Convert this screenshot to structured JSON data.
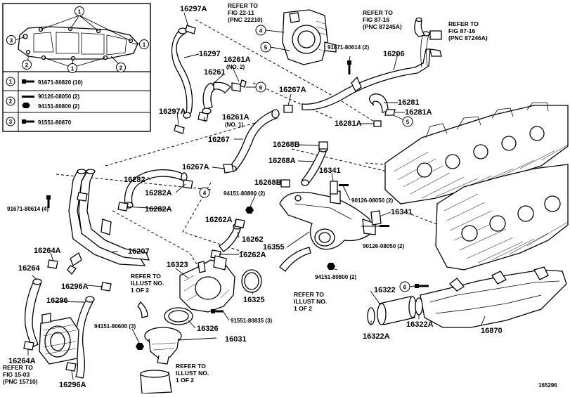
{
  "figure_number": "165296",
  "legend_table": {
    "rows": [
      {
        "key": "1",
        "parts": [
          "91671-80820 (10)"
        ]
      },
      {
        "key": "2",
        "parts": [
          "90126-08050 (2)",
          "94151-80800 (2)"
        ]
      },
      {
        "key": "3",
        "parts": [
          "91551-80870"
        ]
      }
    ]
  },
  "refs": {
    "fig22": [
      "REFER TO",
      "FIG 22-11",
      "(PNC 22210)"
    ],
    "fig87a": [
      "REFER TO",
      "FIG 87-16",
      "(PNC 87245A)"
    ],
    "fig87b": [
      "REFER TO",
      "FIG 87-16",
      "(PNC 87246A)"
    ],
    "illust_left": [
      "REFER TO",
      "ILLUST NO.",
      "1 OF 2"
    ],
    "illust_mid": [
      "REFER TO",
      "ILLUST NO.",
      "1 OF 2"
    ],
    "illust_bottom": [
      "REFER TO",
      "ILLUST NO.",
      "1 OF 2"
    ],
    "fig15": [
      "REFER TO",
      "FIG 15-03",
      "(PNC 15710)"
    ]
  },
  "labels": {
    "p16297A_top": "16297A",
    "p16297": "16297",
    "p16297A_left": "16297A",
    "p16261A_no2": "16261A",
    "no2": "(NO. 2)",
    "p16261": "16261",
    "p16261A_no1": "16261A",
    "no1": "(NO. 1)",
    "p16267": "16267",
    "p16267A_top": "16267A",
    "p16267A_mid": "16267A",
    "p16282": "16282",
    "p16282A_a": "16282A",
    "p16282A_b": "16282A",
    "p91671_80614_top": "91671-80614 (2)",
    "p91671_80614_left": "91671-80614 (4)",
    "p16206": "16206",
    "p16281": "16281",
    "p16281A_r": "16281A",
    "p16281A_l": "16281A",
    "p16268B_a": "16268B",
    "p16268A": "16268A",
    "p16268B_b": "16268B",
    "p16341_a": "16341",
    "p16341_b": "16341",
    "p94151_80800_a": "94151-80800 (2)",
    "p94151_80800_b": "94151-80800 (2)",
    "p90126_08050_a": "90126-08050 (2)",
    "p90126_08050_b": "90126-08050 (2)",
    "p16262A_a": "16262A",
    "p16262A_b": "16262A",
    "p16262": "16262",
    "p16355": "16355",
    "p16207": "16207",
    "p16264A_a": "16264A",
    "p16264A_b": "16264A",
    "p16264": "16264",
    "p16296A_a": "16296A",
    "p16296A_b": "16296A",
    "p16296": "16296",
    "p16323": "16323",
    "p16325": "16325",
    "p91551_80835": "91551-80835 (3)",
    "p94151_80600": "94151-80600 (3)",
    "p16326": "16326",
    "p16031": "16031",
    "p16322": "16322",
    "p16322A_a": "16322A",
    "p16322A_b": "16322A",
    "p16870": "16870"
  },
  "callouts": {
    "c1": "1",
    "c2": "2",
    "c3": "3",
    "c4": "4",
    "c5": "5",
    "c6": "6"
  }
}
